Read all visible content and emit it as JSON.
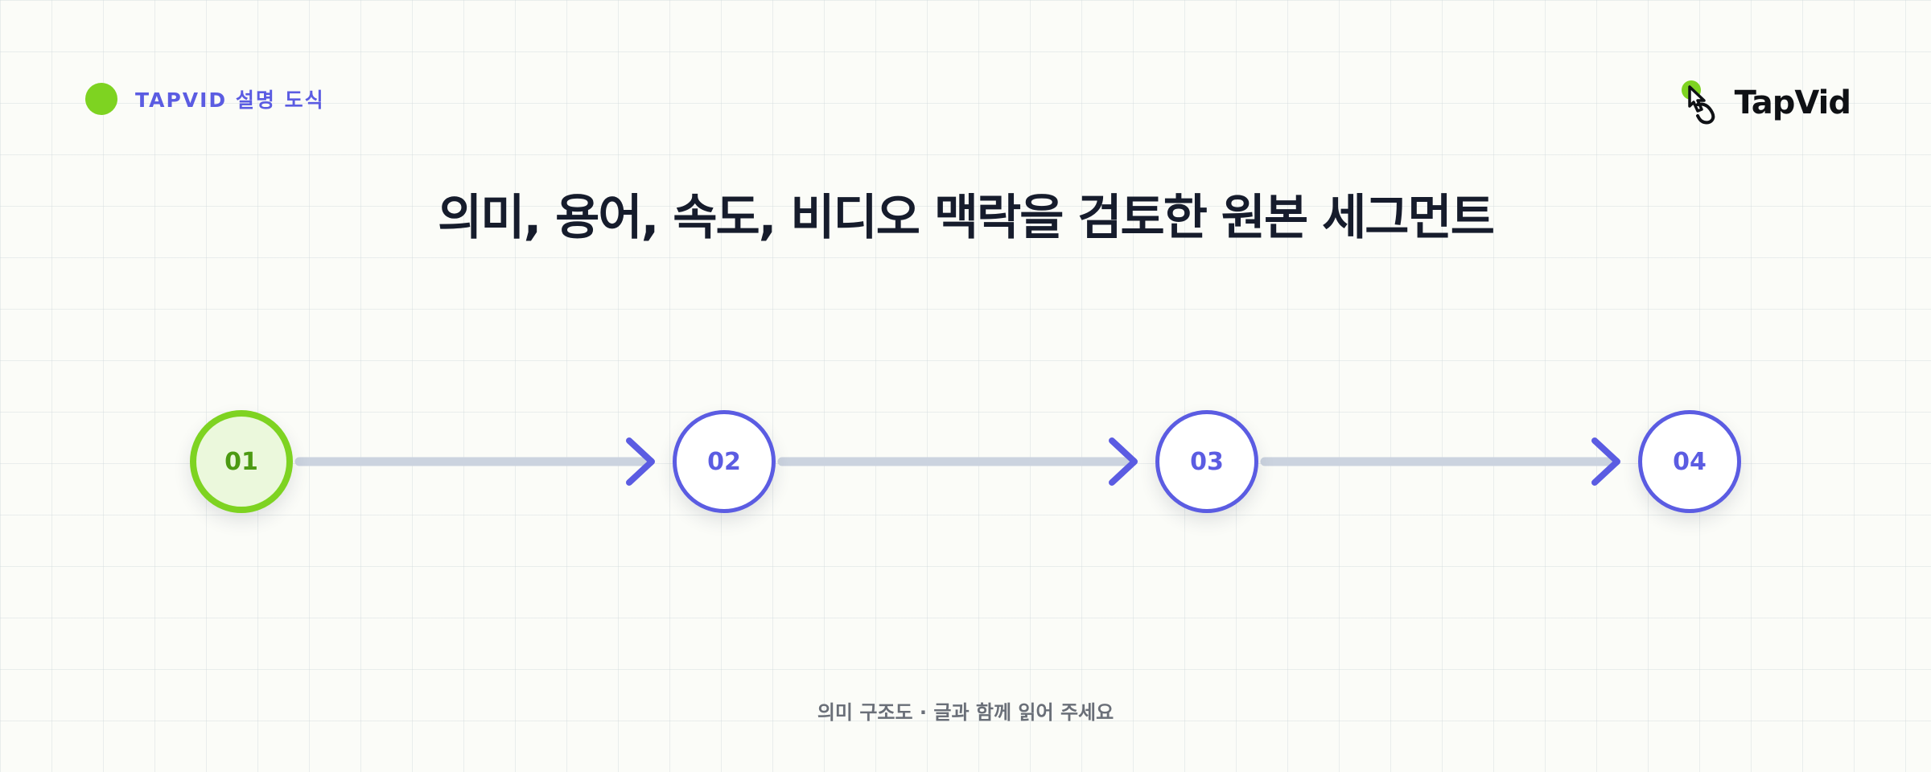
{
  "header": {
    "tag_label": "TAPVID 설명 도식"
  },
  "brand": {
    "name": "TapVid",
    "icon": "pointer-hand-icon"
  },
  "title": "의미, 용어, 속도, 비디오 맥락을 검토한 원본 세그먼트",
  "steps": [
    {
      "label": "01",
      "active": true
    },
    {
      "label": "02",
      "active": false
    },
    {
      "label": "03",
      "active": false
    },
    {
      "label": "04",
      "active": false
    }
  ],
  "footer": "의미 구조도 · 글과 함께 읽어 주세요",
  "colors": {
    "accent_green": "#7ed321",
    "accent_purple": "#5b5ce2",
    "connector": "#cbd3df",
    "title": "#161c2c",
    "background": "#fbfcf8"
  }
}
